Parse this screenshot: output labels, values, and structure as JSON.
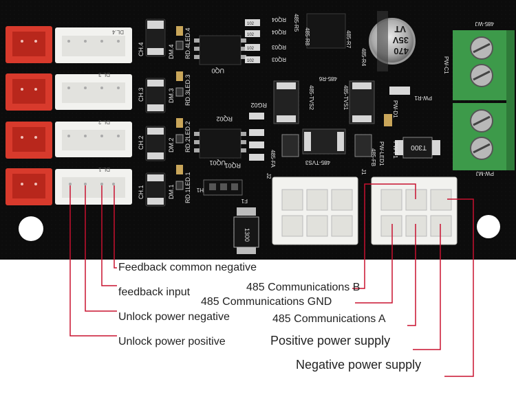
{
  "silkscreen": {
    "ch4": "CH.4",
    "ch3": "CH.3",
    "ch2": "CH.2",
    "ch1": "CH.1",
    "dm4": "DM.4",
    "dm3": "DM.3",
    "dm2": "DM.2",
    "dm1": "DM.1",
    "dl4": "DL.4",
    "dl3": "DL.3",
    "dl2": "DL.2",
    "dl1": "DL.1",
    "rdled4": "RD.4LED.4",
    "rdled3": "RD.3LED.3",
    "rdled2": "RD.2LED.2",
    "rdled1": "RD.1LED.1",
    "uq": "UQ0",
    "uq01": "UQ01",
    "rq02": "RQ02",
    "rq01": "RQ01",
    "rg02": "RG02",
    "rq04a": "RQ04",
    "rq04b": "RQ04",
    "rq03a": "RQ03",
    "rq03b": "RQ03",
    "r485_5": "485-R5",
    "r485_6": "485-R6",
    "r485_7": "485-R7",
    "r485_8": "485-R8",
    "r485_4": "485-R4",
    "tvs1": "485-TVS1",
    "tvs2": "485-TVS2",
    "tvs3": "485-TVS3",
    "fa": "485-FA",
    "fb": "485-FB",
    "j1": "J1",
    "j2": "J2",
    "f1": "F1",
    "h1": "H1",
    "pwled1": "PW-LED1",
    "pwf1": "PW-F1",
    "pwd1": "PW-D1",
    "pwr1": "PW-R1",
    "pwc1": "PW-C1",
    "pwmj": "PW-MJ",
    "r485wj": "485-WJ",
    "cap_value": "470",
    "cap_voltage": "35V",
    "cap_series": "VT",
    "fuse_code": "T300",
    "f1_code": "1300",
    "res_code": "102"
  },
  "labels": {
    "feedback_common_negative": "Feedback common negative",
    "feedback_input": "feedback input",
    "unlock_power_negative": "Unlock power negative",
    "unlock_power_positive": "Unlock power positive",
    "comm_b": "485 Communications B",
    "comm_gnd": "485 Communications GND",
    "comm_a": "485 Communications A",
    "positive_supply": "Positive power supply",
    "negative_supply": "Negative power supply"
  },
  "colors": {
    "board": "#0c0c0c",
    "leader_line": "#c8102e",
    "red_connector": "#d83a2c",
    "white_connector": "#f2f2ef",
    "terminal_green": "#3d9a4a"
  }
}
